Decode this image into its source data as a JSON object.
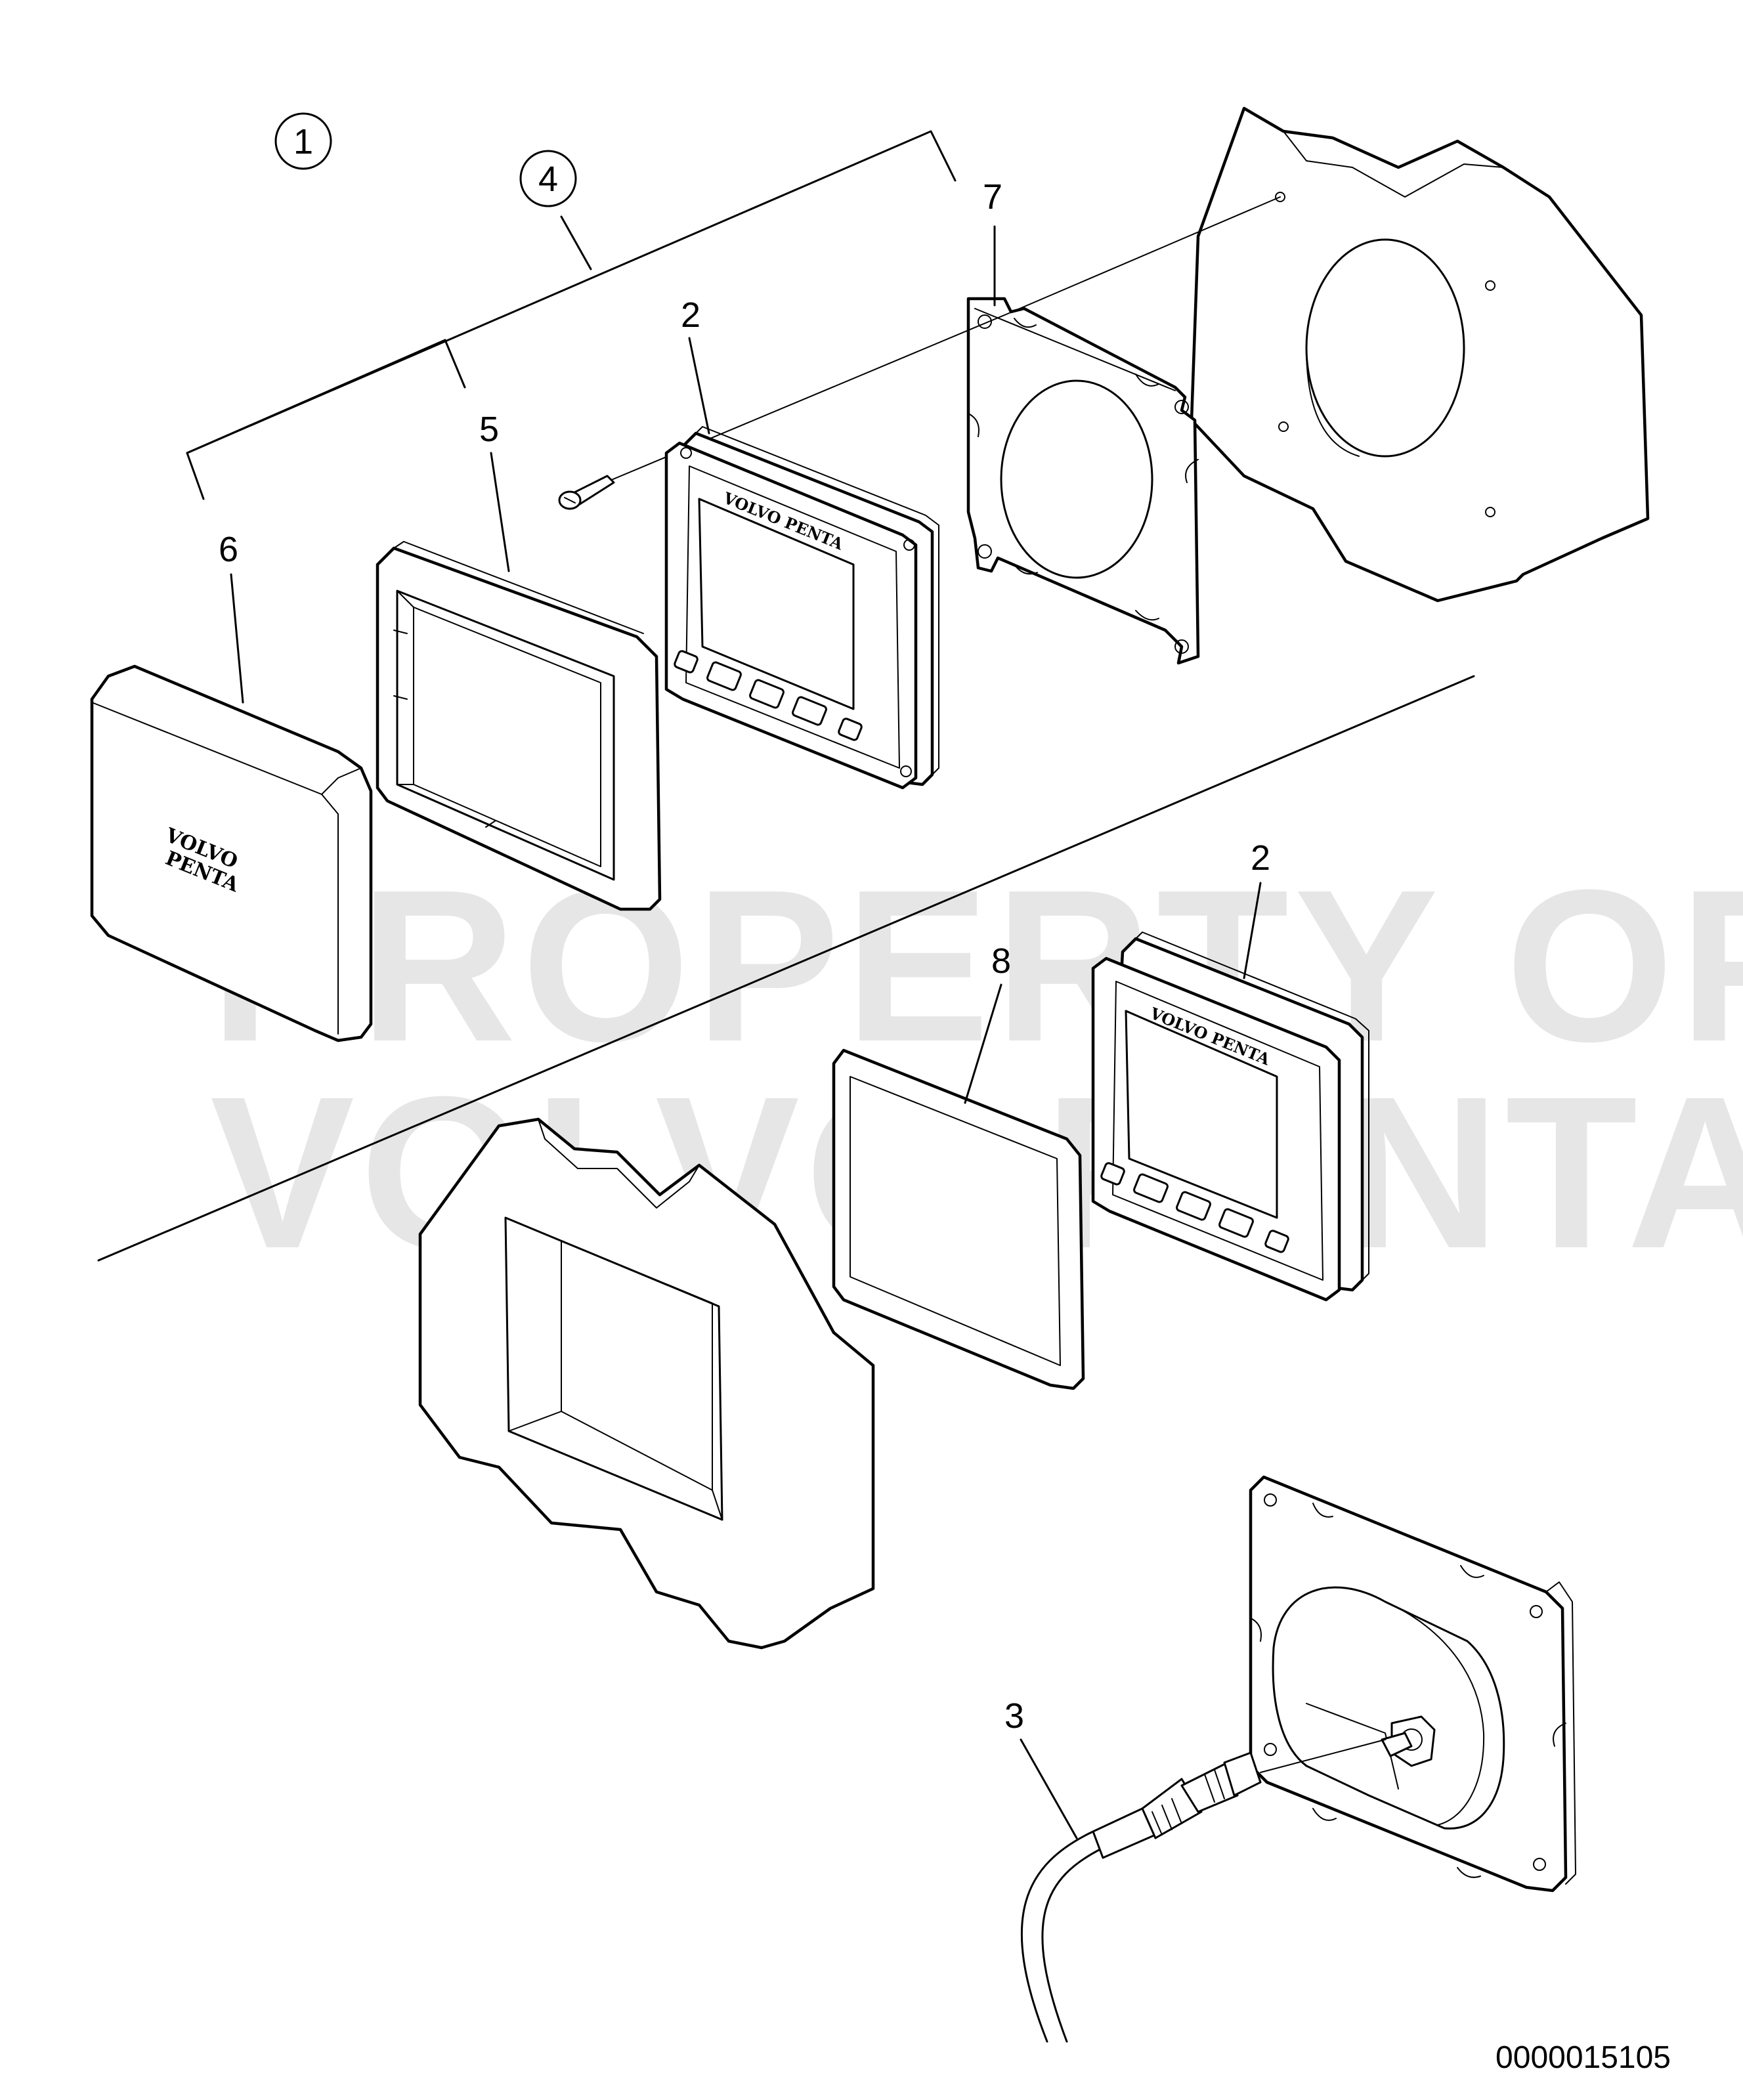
{
  "callouts": {
    "c1": "1",
    "c4": "4",
    "c7": "7",
    "c2a": "2",
    "c5": "5",
    "c6": "6",
    "c2b": "2",
    "c8": "8",
    "c3": "3"
  },
  "brand": {
    "line1": "VOLVO",
    "line2": "PENTA",
    "inline": "VOLVO PENTA"
  },
  "watermark": {
    "line1": "PROPERTY OF",
    "line2": "VOLVO PENTA"
  },
  "drawing_number": "0000015105"
}
